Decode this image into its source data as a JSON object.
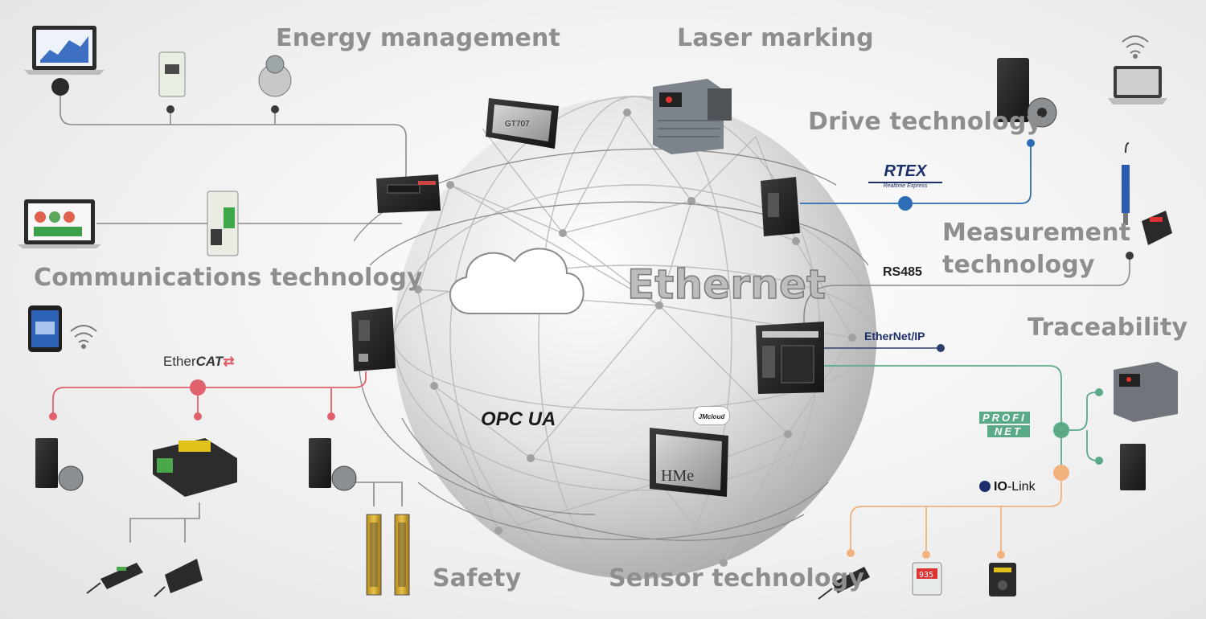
{
  "labels": {
    "energy": "Energy management",
    "laser": "Laser marking",
    "drive": "Drive technology",
    "communications": "Communications technology",
    "measurement_line1": "Measure­ment",
    "measurement_line2": "technology",
    "traceability": "Traceability",
    "safety": "Safety",
    "sensor": "Sensor technology",
    "center": "Ethernet"
  },
  "protocols": {
    "rtex": "RTEX",
    "rtex_sub": "Realtime Express",
    "rs485": "RS485",
    "ethernetip": "EtherNet/IP",
    "ethercat_prefix": "Ether",
    "ethercat_suffix": "CAT",
    "profinet_line1": "PROFI",
    "profinet_line2": "NET",
    "iolink_prefix": "IO",
    "iolink_suffix": "-Link",
    "opcua": "OPC UA",
    "jmcloud": "JMcloud"
  },
  "device_text": {
    "hmi_top": "GT707",
    "hmi_bottom": "HMe",
    "sensor_display": "935"
  },
  "colors": {
    "label_gray": "#8e8e8e",
    "ethercat_red": "#e0616b",
    "rtex_blue": "#2d6db5",
    "profinet_green": "#5aa987",
    "iolink_orange": "#f2b27d",
    "line_gray": "#8a8a8a"
  },
  "icons": [
    "laptop-icon",
    "tablet-icon",
    "wifi-icon",
    "cloud-icon",
    "plc-icon",
    "servo-motor-icon",
    "safety-light-curtain-icon"
  ]
}
